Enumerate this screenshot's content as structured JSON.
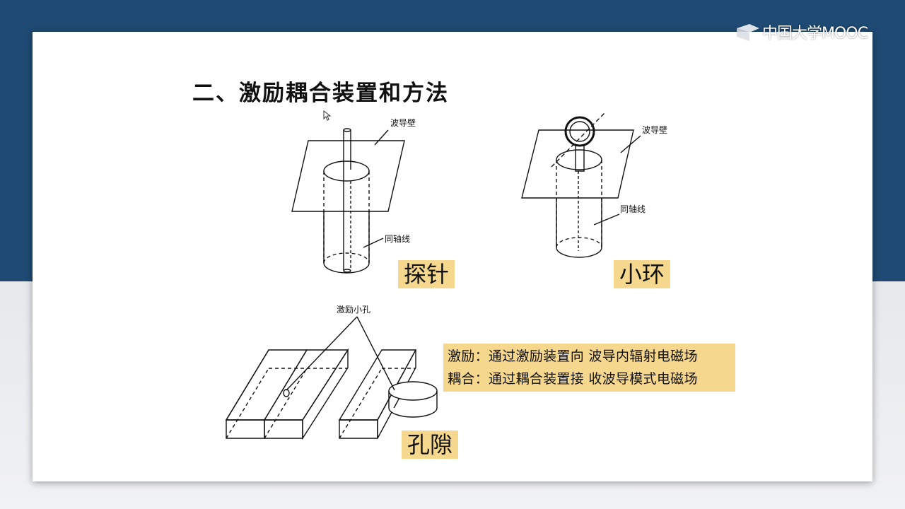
{
  "brand": {
    "logo_text": "中国大学MOOC"
  },
  "slide": {
    "title": "二、激励耦合装置和方法",
    "figures": {
      "probe": {
        "label_wall": "波导壁",
        "label_coax": "同轴线",
        "tag": "探针"
      },
      "loop": {
        "label_wall": "波导壁",
        "label_coax": "同轴线",
        "tag": "小环"
      },
      "aperture": {
        "label_hole": "激励小孔",
        "tag": "孔隙"
      }
    },
    "notes": [
      "激励：通过激励装置向 波导内辐射电磁场",
      "耦合：通过耦合装置接 收波导模式电磁场"
    ]
  }
}
